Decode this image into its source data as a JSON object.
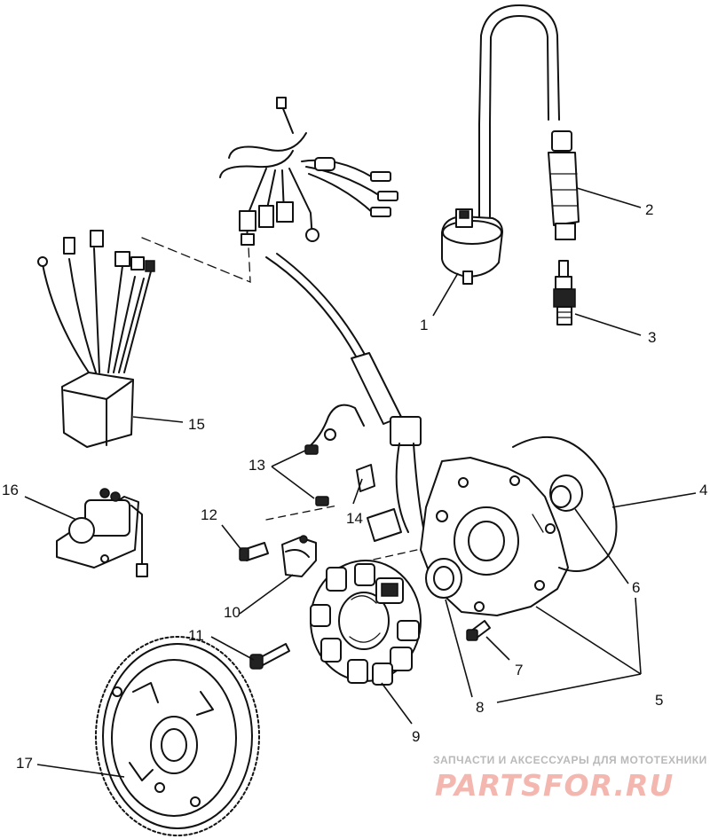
{
  "callouts": [
    {
      "id": "1",
      "label": "1"
    },
    {
      "id": "2",
      "label": "2"
    },
    {
      "id": "3",
      "label": "3"
    },
    {
      "id": "4",
      "label": "4"
    },
    {
      "id": "5",
      "label": "5"
    },
    {
      "id": "6",
      "label": "6"
    },
    {
      "id": "7",
      "label": "7"
    },
    {
      "id": "8",
      "label": "8"
    },
    {
      "id": "9",
      "label": "9"
    },
    {
      "id": "10",
      "label": "10"
    },
    {
      "id": "11",
      "label": "11"
    },
    {
      "id": "12",
      "label": "12"
    },
    {
      "id": "13",
      "label": "13"
    },
    {
      "id": "14",
      "label": "14"
    },
    {
      "id": "15",
      "label": "15"
    },
    {
      "id": "16",
      "label": "16"
    },
    {
      "id": "17",
      "label": "17"
    }
  ],
  "watermark": {
    "tagline": "ЗАПЧАСТИ И АКСЕССУАРЫ ДЛЯ МОТОТЕХНИКИ",
    "brand": "PARTSFOR.RU",
    "colors": {
      "tagline": "#b9b9b9",
      "brand": "#f4b7b0"
    }
  },
  "colors": {
    "line": "#111111",
    "background": "#ffffff"
  }
}
